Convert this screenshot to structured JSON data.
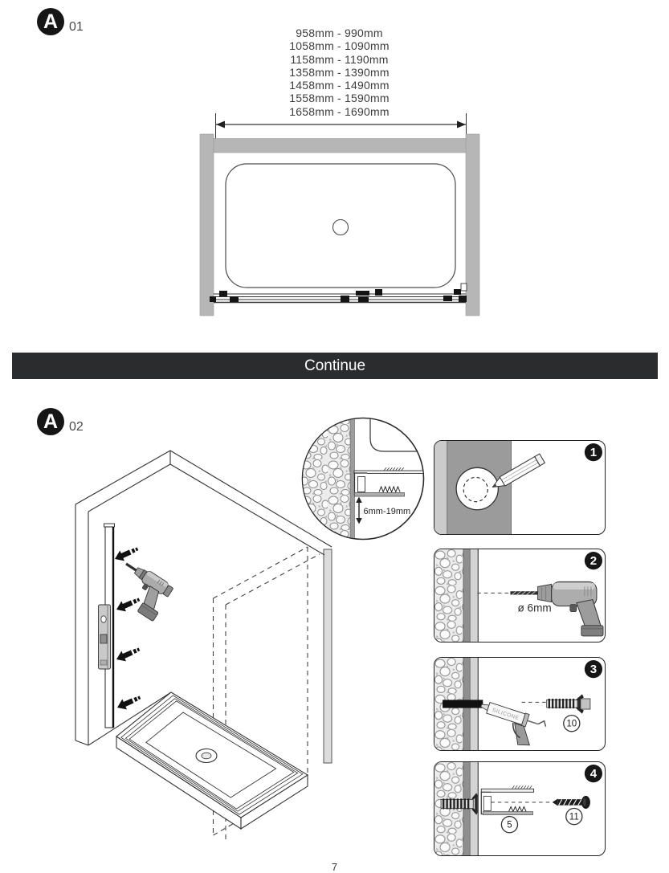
{
  "sections": {
    "a01": {
      "badge_letter": "A",
      "badge_number": "01"
    },
    "a02": {
      "badge_letter": "A",
      "badge_number": "02"
    }
  },
  "size_options": [
    "958mm - 990mm",
    "1058mm - 1090mm",
    "1158mm - 1190mm",
    "1358mm - 1390mm",
    "1458mm - 1490mm",
    "1558mm - 1590mm",
    "1658mm - 1690mm"
  ],
  "banner": {
    "label": "Continue"
  },
  "detail_callout": {
    "gap_range": "6mm-19mm"
  },
  "steps": [
    {
      "number": "1"
    },
    {
      "number": "2",
      "drill_diameter": "ø 6mm"
    },
    {
      "number": "3",
      "part_ref": "10",
      "tube_label": "SILICONE"
    },
    {
      "number": "4",
      "bracket_part_ref": "5",
      "screw_part_ref": "11"
    }
  ],
  "page": {
    "number": "7"
  },
  "colors": {
    "banner_bg": "#2a2c2e",
    "badge_bg": "#161616",
    "wall_grey": "#b6b6b6",
    "panel_dark_grey": "#9b9b9b",
    "panel_light_grey": "#cbcbcb"
  }
}
